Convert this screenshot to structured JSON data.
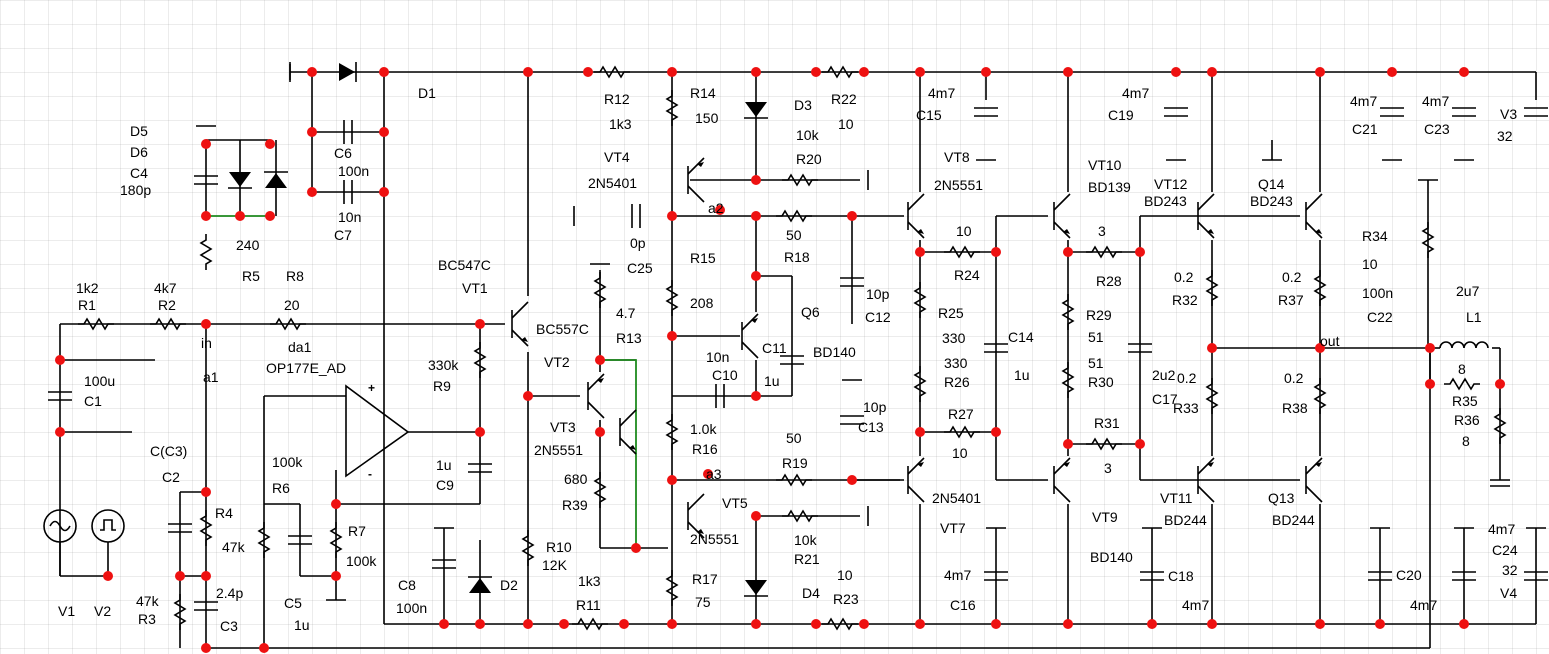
{
  "labels": [
    {
      "t": "D1"
    },
    {
      "t": "D5"
    },
    {
      "t": "D6"
    },
    {
      "t": "C4"
    },
    {
      "t": "180p"
    },
    {
      "t": "C6"
    },
    {
      "t": "100n"
    },
    {
      "t": "10n"
    },
    {
      "t": "C7"
    },
    {
      "t": "240"
    },
    {
      "t": "R5"
    },
    {
      "t": "R8"
    },
    {
      "t": "1k2"
    },
    {
      "t": "R1"
    },
    {
      "t": "4k7"
    },
    {
      "t": "R2"
    },
    {
      "t": "20"
    },
    {
      "t": "in"
    },
    {
      "t": "da1"
    },
    {
      "t": "OP177E_AD"
    },
    {
      "t": "a1"
    },
    {
      "t": "100u"
    },
    {
      "t": "C1"
    },
    {
      "t": "C(C3)"
    },
    {
      "t": "C2"
    },
    {
      "t": "R4"
    },
    {
      "t": "47k"
    },
    {
      "t": "2.4p"
    },
    {
      "t": "C3"
    },
    {
      "t": "47k"
    },
    {
      "t": "R3"
    },
    {
      "t": "V1"
    },
    {
      "t": "V2"
    },
    {
      "t": "100k"
    },
    {
      "t": "R6"
    },
    {
      "t": "C5"
    },
    {
      "t": "1u"
    },
    {
      "t": "R7"
    },
    {
      "t": "100k"
    },
    {
      "t": "C8"
    },
    {
      "t": "100n"
    },
    {
      "t": "D2"
    },
    {
      "t": "R10"
    },
    {
      "t": "12K"
    },
    {
      "t": "330k"
    },
    {
      "t": "R9"
    },
    {
      "t": "1u"
    },
    {
      "t": "C9"
    },
    {
      "t": "BC547C"
    },
    {
      "t": "VT1"
    },
    {
      "t": "R12"
    },
    {
      "t": "1k3"
    },
    {
      "t": "VT4"
    },
    {
      "t": "2N5401"
    },
    {
      "t": "R14"
    },
    {
      "t": "150"
    },
    {
      "t": "D3"
    },
    {
      "t": "10k"
    },
    {
      "t": "R20"
    },
    {
      "t": "R22"
    },
    {
      "t": "10"
    },
    {
      "t": "0p"
    },
    {
      "t": "C25"
    },
    {
      "t": "a2"
    },
    {
      "t": "50"
    },
    {
      "t": "R18"
    },
    {
      "t": "R15"
    },
    {
      "t": "208"
    },
    {
      "t": "Q6"
    },
    {
      "t": "BD140"
    },
    {
      "t": "10n"
    },
    {
      "t": "C10"
    },
    {
      "t": "C11"
    },
    {
      "t": "1u"
    },
    {
      "t": "BC557C"
    },
    {
      "t": "4.7"
    },
    {
      "t": "R13"
    },
    {
      "t": "VT2"
    },
    {
      "t": "VT3"
    },
    {
      "t": "2N5551"
    },
    {
      "t": "680"
    },
    {
      "t": "R39"
    },
    {
      "t": "1.0k"
    },
    {
      "t": "R16"
    },
    {
      "t": "a3"
    },
    {
      "t": "R19"
    },
    {
      "t": "50"
    },
    {
      "t": "VT5"
    },
    {
      "t": "2N5551"
    },
    {
      "t": "10k"
    },
    {
      "t": "R21"
    },
    {
      "t": "R17"
    },
    {
      "t": "75"
    },
    {
      "t": "D4"
    },
    {
      "t": "10"
    },
    {
      "t": "R23"
    },
    {
      "t": "1k3"
    },
    {
      "t": "R11"
    },
    {
      "t": "4m7"
    },
    {
      "t": "C15"
    },
    {
      "t": "VT8"
    },
    {
      "t": "2N5551"
    },
    {
      "t": "10"
    },
    {
      "t": "R24"
    },
    {
      "t": "10p"
    },
    {
      "t": "C12"
    },
    {
      "t": "R25"
    },
    {
      "t": "330"
    },
    {
      "t": "330"
    },
    {
      "t": "R26"
    },
    {
      "t": "C14"
    },
    {
      "t": "1u"
    },
    {
      "t": "10p"
    },
    {
      "t": "C13"
    },
    {
      "t": "R27"
    },
    {
      "t": "10"
    },
    {
      "t": "2N5401"
    },
    {
      "t": "VT7"
    },
    {
      "t": "4m7"
    },
    {
      "t": "C16"
    },
    {
      "t": "4m7"
    },
    {
      "t": "C19"
    },
    {
      "t": "VT10"
    },
    {
      "t": "BD139"
    },
    {
      "t": "3"
    },
    {
      "t": "R28"
    },
    {
      "t": "R29"
    },
    {
      "t": "51"
    },
    {
      "t": "51"
    },
    {
      "t": "R30"
    },
    {
      "t": "R31"
    },
    {
      "t": "3"
    },
    {
      "t": "VT9"
    },
    {
      "t": "BD140"
    },
    {
      "t": "C18"
    },
    {
      "t": "VT12"
    },
    {
      "t": "BD243"
    },
    {
      "t": "2u2"
    },
    {
      "t": "C17"
    },
    {
      "t": "0.2"
    },
    {
      "t": "R32"
    },
    {
      "t": "0.2"
    },
    {
      "t": "R33"
    },
    {
      "t": "VT11"
    },
    {
      "t": "BD244"
    },
    {
      "t": "4m7"
    },
    {
      "t": "Q14"
    },
    {
      "t": "BD243"
    },
    {
      "t": "0.2"
    },
    {
      "t": "R37"
    },
    {
      "t": "0.2"
    },
    {
      "t": "R38"
    },
    {
      "t": "Q13"
    },
    {
      "t": "BD244"
    },
    {
      "t": "4m7"
    },
    {
      "t": "C21"
    },
    {
      "t": "4m7"
    },
    {
      "t": "C23"
    },
    {
      "t": "V3"
    },
    {
      "t": "32"
    },
    {
      "t": "R34"
    },
    {
      "t": "10"
    },
    {
      "t": "100n"
    },
    {
      "t": "C22"
    },
    {
      "t": "2u7"
    },
    {
      "t": "L1"
    },
    {
      "t": "out"
    },
    {
      "t": "8"
    },
    {
      "t": "R35"
    },
    {
      "t": "R36"
    },
    {
      "t": "8"
    },
    {
      "t": "C20"
    },
    {
      "t": "4m7"
    },
    {
      "t": "4m7"
    },
    {
      "t": "C24"
    },
    {
      "t": "32"
    },
    {
      "t": "V4"
    }
  ]
}
